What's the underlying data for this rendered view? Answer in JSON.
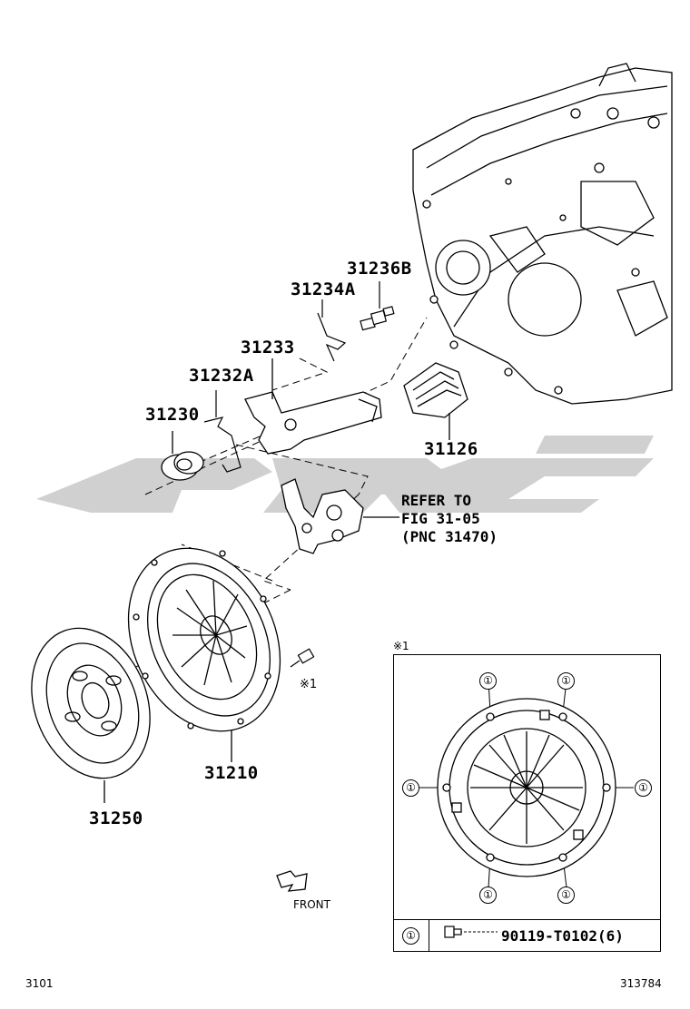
{
  "callouts": {
    "p31236B": "31236B",
    "p31234A": "31234A",
    "p31233": "31233",
    "p31232A": "31232A",
    "p31230": "31230",
    "p31126": "31126",
    "p31210": "31210",
    "p31250": "31250"
  },
  "refer": {
    "line1": "REFER TO",
    "line2": "FIG 31-05",
    "line3": "(PNC 31470)"
  },
  "bolt_note": "※1",
  "front_label": "FRONT",
  "detail": {
    "marker": "※1",
    "circle_symbol": "①",
    "legend_symbol": "①",
    "legend_part": "90119-T0102(6)"
  },
  "footer": {
    "left_code": "3101",
    "right_code": "313784"
  },
  "colors": {
    "line": "#000000",
    "watermark": "#c8c8c8"
  }
}
